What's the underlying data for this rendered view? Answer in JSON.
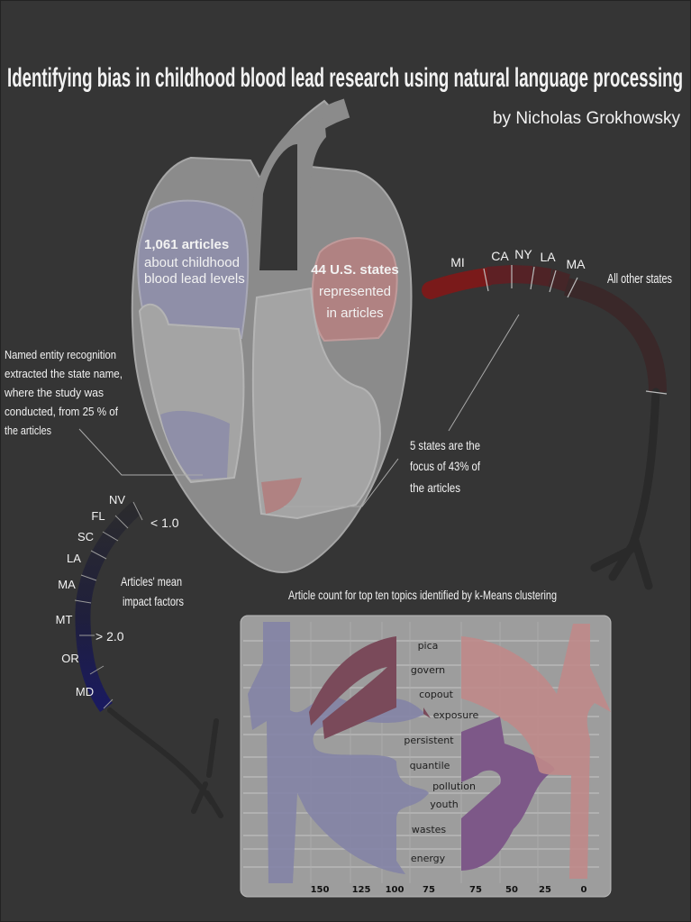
{
  "title": "Identifying bias in childhood blood lead research using natural language processing",
  "byline": "by Nicholas Grokhowsky",
  "heart": {
    "left_bold": "1,061 articles",
    "left_line1": "about childhood",
    "left_line2": "blood lead levels",
    "right_bold": "44 U.S. states",
    "right_line1": "represented",
    "right_line2": "in articles"
  },
  "ner_note": [
    "Named entity recognition",
    "extracted the state name,",
    "where the study was",
    "conducted, from 25 % of",
    "the articles"
  ],
  "focus_note": [
    "5 states are the",
    "focus of 43% of",
    "the articles"
  ],
  "state_arc": {
    "states": [
      "MI",
      "CA",
      "NY",
      "LA",
      "MA"
    ],
    "other_label": "All other states",
    "colors": [
      "#7a1a1a",
      "#5e2024",
      "#552226",
      "#4e2326",
      "#452628",
      "#3a2829"
    ]
  },
  "impact_arc": {
    "states": [
      "NV",
      "FL",
      "SC",
      "LA",
      "MA",
      "MT",
      "OR",
      "MD"
    ],
    "low_label": "< 1.0",
    "high_label": "> 2.0",
    "caption_line1": "Articles' mean",
    "caption_line2": "impact factors"
  },
  "chart_data": {
    "type": "bar",
    "title": "Article count for top ten topics identified by k-Means clustering",
    "categories": [
      "pica",
      "govern",
      "copout",
      "exposure",
      "persistent",
      "quantile",
      "pollution",
      "youth",
      "wastes",
      "energy"
    ],
    "left_ticks": [
      "150",
      "125",
      "100",
      "75"
    ],
    "right_ticks": [
      "75",
      "50",
      "25",
      "0"
    ],
    "grid": true,
    "xlabel": "",
    "ylabel": ""
  }
}
